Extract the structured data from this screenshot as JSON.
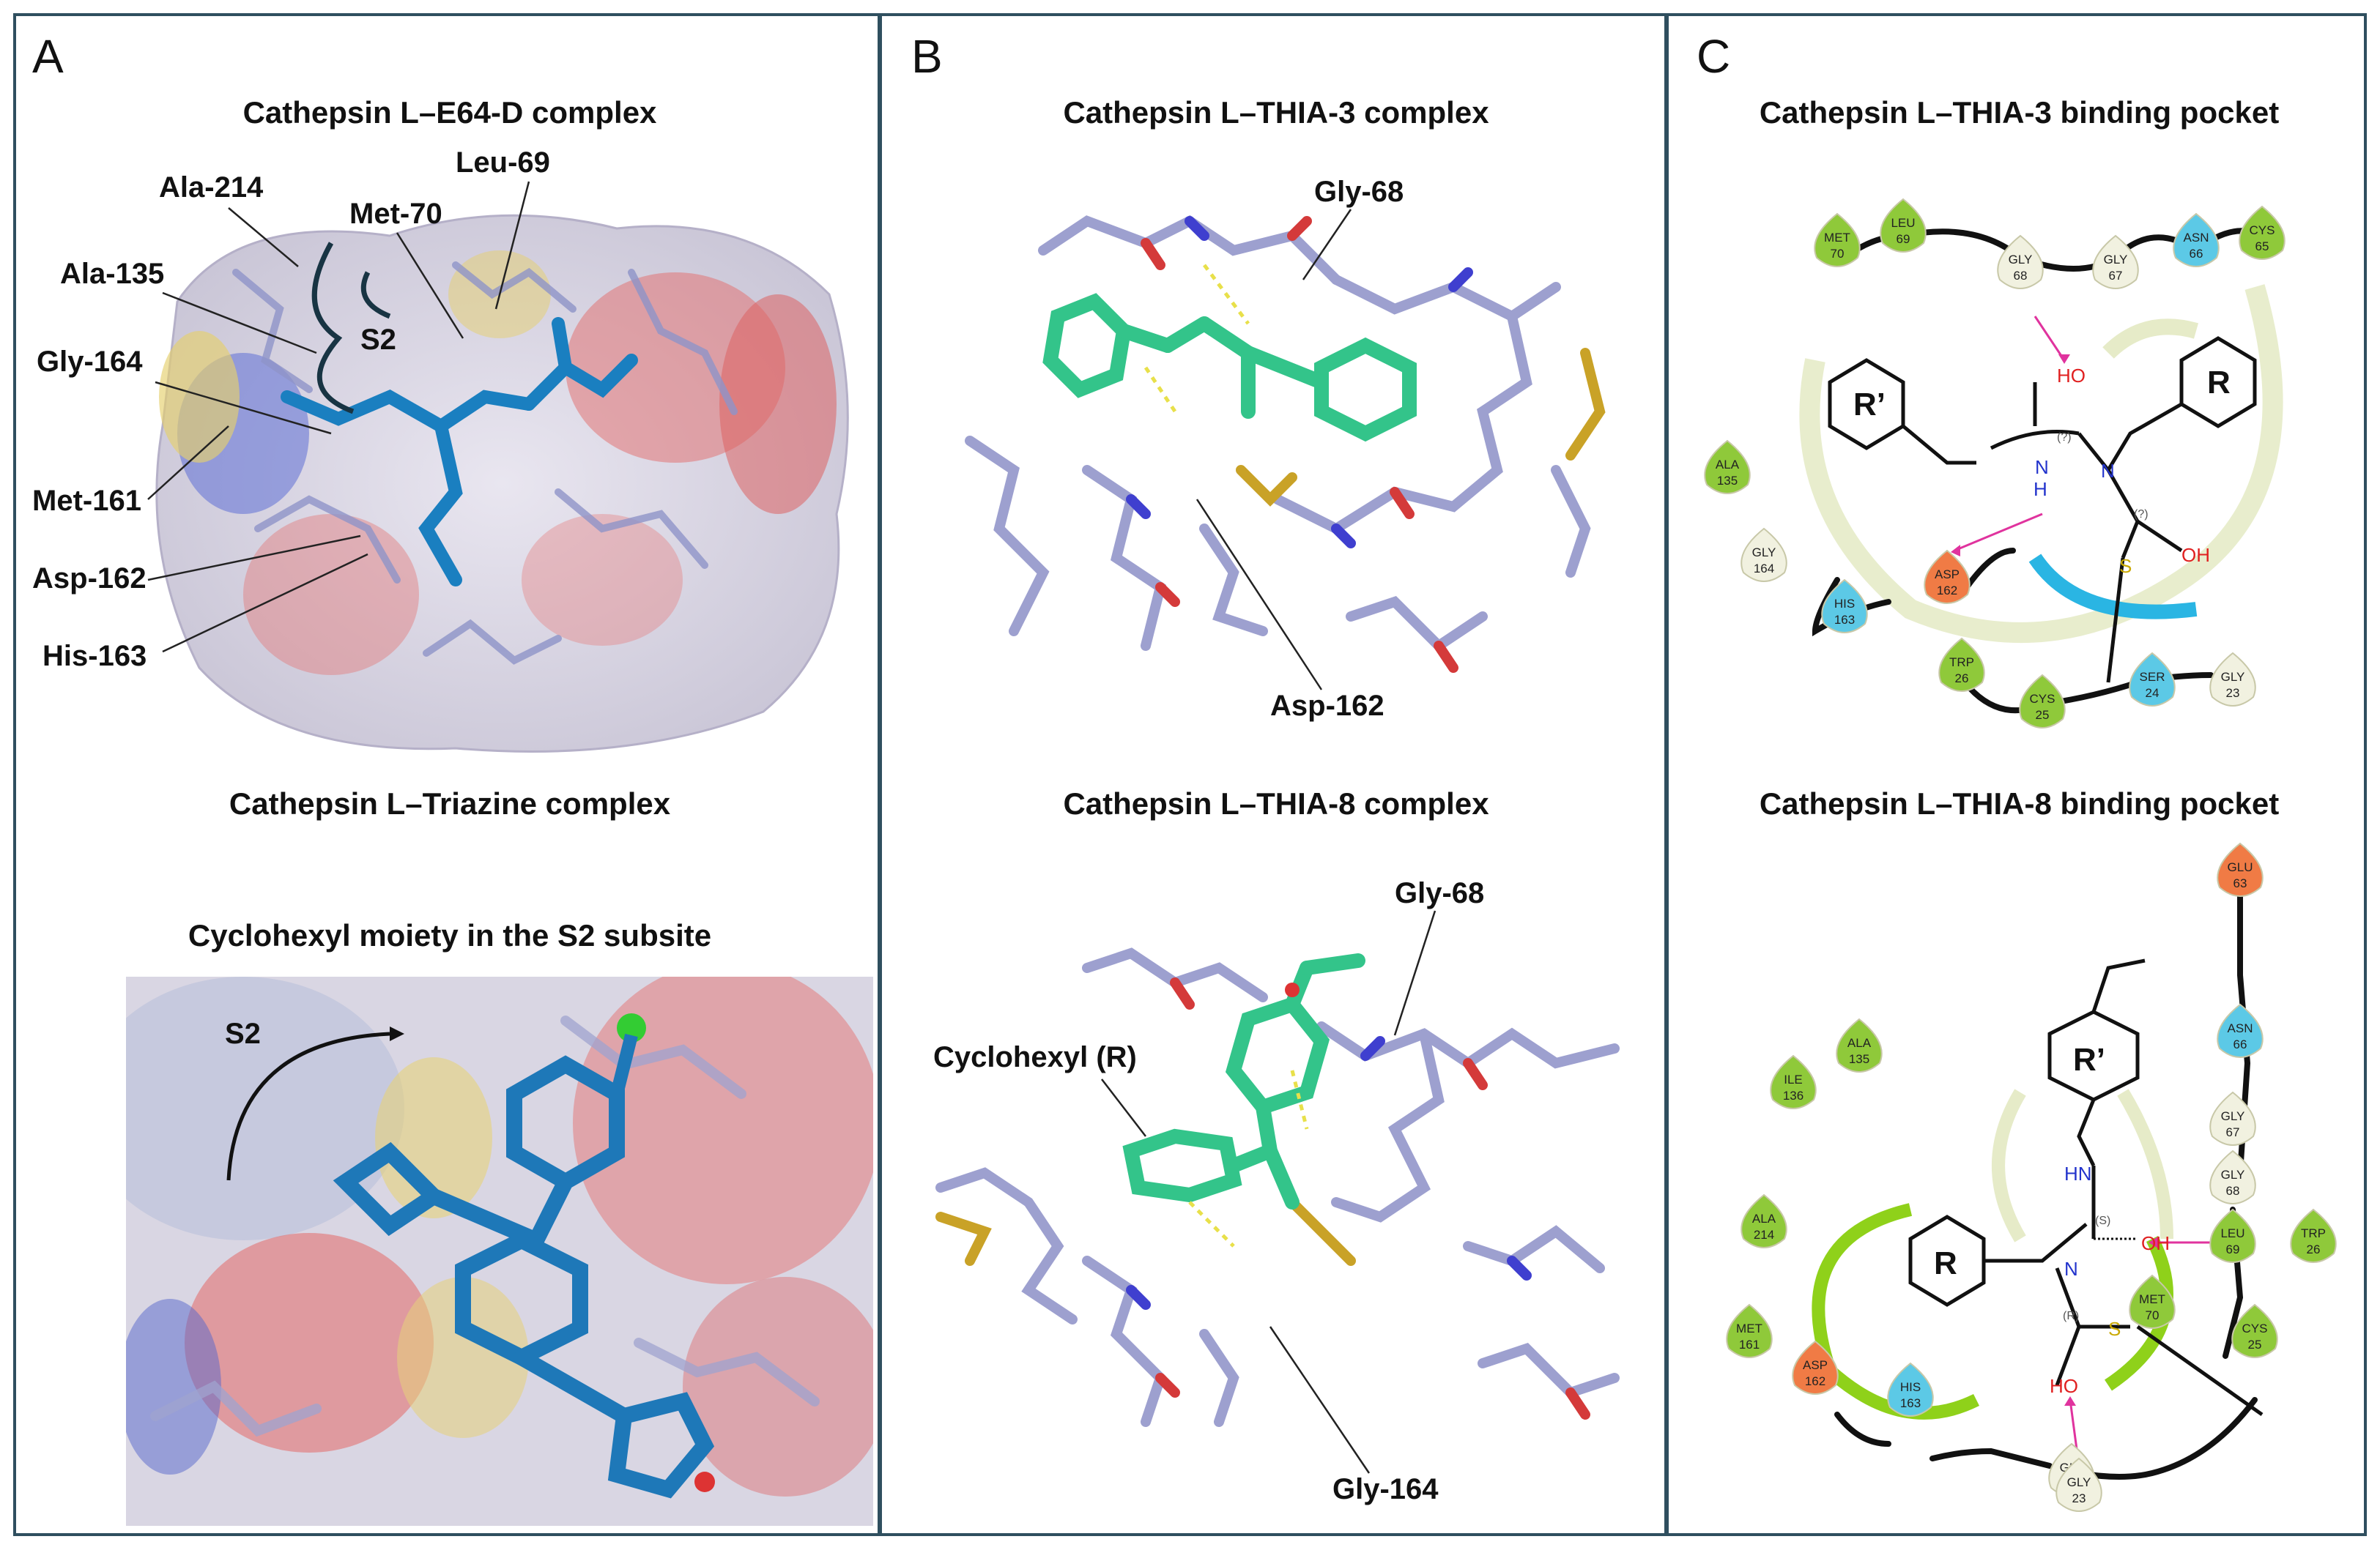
{
  "panels": {
    "a": {
      "letter": "A",
      "title_top": "Cathepsin L–E64-D complex",
      "title_mid": "Cathepsin L–Triazine complex",
      "title_bottom": "Cyclohexyl moiety in the S2 subsite",
      "labels": {
        "leu69": "Leu-69",
        "ala214": "Ala-214",
        "met70": "Met-70",
        "ala135": "Ala-135",
        "s2": "S2",
        "gly164": "Gly-164",
        "met161": "Met-161",
        "asp162": "Asp-162",
        "his163": "His-163",
        "s2_bottom": "S2"
      }
    },
    "b": {
      "letter": "B",
      "title_top": "Cathepsin L–THIA-3 complex",
      "title_bottom": "Cathepsin L–THIA-8 complex",
      "labels": {
        "gly68_top": "Gly-68",
        "asp162": "Asp-162",
        "gly68_bottom": "Gly-68",
        "cyclohexyl": "Cyclohexyl (R)",
        "gly164": "Gly-164"
      }
    },
    "c": {
      "letter": "C",
      "title_top": "Cathepsin L–THIA-3 binding pocket",
      "title_bottom": "Cathepsin L–THIA-8 binding pocket",
      "top_residues": [
        {
          "name": "MET",
          "num": "70",
          "color": "#8fc93a"
        },
        {
          "name": "LEU",
          "num": "69",
          "color": "#8fc93a"
        },
        {
          "name": "GLY",
          "num": "68",
          "color": "#f1f1e0"
        },
        {
          "name": "GLY",
          "num": "67",
          "color": "#f1f1e0"
        },
        {
          "name": "ASN",
          "num": "66",
          "color": "#5cc9e6"
        },
        {
          "name": "CYS",
          "num": "65",
          "color": "#8fc93a"
        },
        {
          "name": "ALA",
          "num": "135",
          "color": "#8fc93a"
        },
        {
          "name": "GLY",
          "num": "164",
          "color": "#f1f1e0"
        },
        {
          "name": "HIS",
          "num": "163",
          "color": "#5cc9e6"
        },
        {
          "name": "ASP",
          "num": "162",
          "color": "#f07b45"
        },
        {
          "name": "TRP",
          "num": "26",
          "color": "#8fc93a"
        },
        {
          "name": "CYS",
          "num": "25",
          "color": "#8fc93a"
        },
        {
          "name": "SER",
          "num": "24",
          "color": "#5cc9e6"
        },
        {
          "name": "GLY",
          "num": "23",
          "color": "#f1f1e0"
        }
      ],
      "bottom_residues": [
        {
          "name": "GLU",
          "num": "63",
          "color": "#f07b45"
        },
        {
          "name": "ASN",
          "num": "66",
          "color": "#5cc9e6"
        },
        {
          "name": "ALA",
          "num": "135",
          "color": "#8fc93a"
        },
        {
          "name": "ILE",
          "num": "136",
          "color": "#8fc93a"
        },
        {
          "name": "GLY",
          "num": "67",
          "color": "#f1f1e0"
        },
        {
          "name": "GLY",
          "num": "68",
          "color": "#f1f1e0"
        },
        {
          "name": "ALA",
          "num": "214",
          "color": "#8fc93a"
        },
        {
          "name": "LEU",
          "num": "69",
          "color": "#8fc93a"
        },
        {
          "name": "TRP",
          "num": "26",
          "color": "#8fc93a"
        },
        {
          "name": "MET",
          "num": "161",
          "color": "#8fc93a"
        },
        {
          "name": "MET",
          "num": "70",
          "color": "#8fc93a"
        },
        {
          "name": "CYS",
          "num": "25",
          "color": "#8fc93a"
        },
        {
          "name": "ASP",
          "num": "162",
          "color": "#f07b45"
        },
        {
          "name": "HIS",
          "num": "163",
          "color": "#5cc9e6"
        },
        {
          "name": "GLY",
          "num": "164",
          "color": "#f1f1e0"
        },
        {
          "name": "GLY",
          "num": "23",
          "color": "#f1f1e0"
        }
      ],
      "top_chem": {
        "r_prime": "R’",
        "r": "R",
        "ho_top": "HO",
        "oh_right": "OH",
        "nh": "H",
        "n_nh": "N",
        "n": "N",
        "s": "S",
        "stereo1": "(?)",
        "stereo2": "(?)"
      },
      "bottom_chem": {
        "r_prime": "R’",
        "r": "R",
        "hn": "HN",
        "oh": "OH",
        "ho": "HO",
        "n": "N",
        "s": "S",
        "stereo_s": "(S)",
        "stereo_r": "(R)"
      }
    }
  }
}
